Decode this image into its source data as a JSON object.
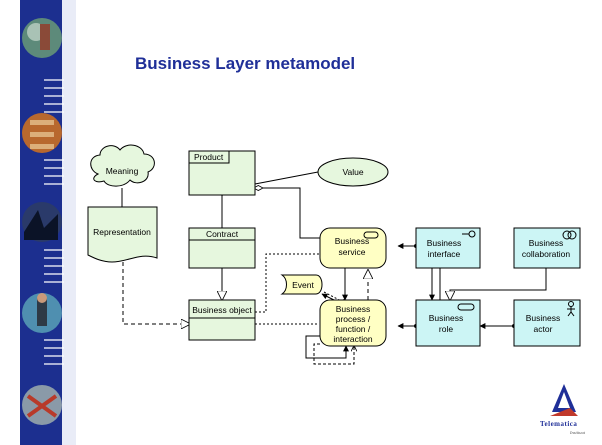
{
  "slide": {
    "title": "Business Layer metamodel"
  },
  "elements": {
    "meaning": "Meaning",
    "representation": "Representation",
    "product": "Product",
    "value": "Value",
    "contract": "Contract",
    "business_object": "Business object",
    "event": "Event",
    "business_service": [
      "Business",
      "service"
    ],
    "business_process": [
      "Business",
      "process /",
      "function /",
      "interaction"
    ],
    "business_interface": [
      "Business",
      "interface"
    ],
    "business_collaboration": [
      "Business",
      "collaboration"
    ],
    "business_role": [
      "Business",
      "role"
    ],
    "business_actor": [
      "Business",
      "actor"
    ]
  },
  "logo": {
    "name": "Telematica",
    "sub": "Instituut"
  },
  "colors": {
    "title": "#1f2f98",
    "sidebar": "#1c2f8f",
    "passive_fill": "#e6f7de",
    "behaviour_fill": "#ffffc4",
    "active_fill": "#ccf5f5",
    "meaning_fill": "#e6f7de"
  }
}
